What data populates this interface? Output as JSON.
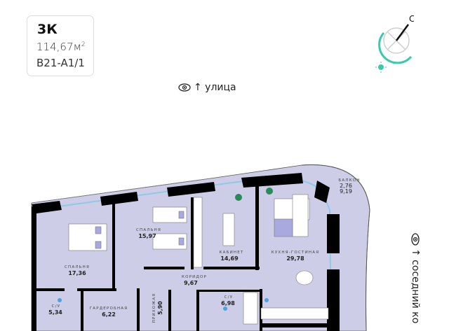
{
  "apartment": {
    "type": "3К",
    "area": "114,67м",
    "area_sup": "2",
    "code": "B21-A1/1"
  },
  "compass": {
    "north_label": "С",
    "accent": "#3cc9a8"
  },
  "views": {
    "top": "↑ улица",
    "right": "↑ соседний ко"
  },
  "rooms": {
    "bedroom1": {
      "label": "СПАЛЬНЯ",
      "area": "17,36"
    },
    "bedroom2": {
      "label": "СПАЛЬНЯ",
      "area": "15,97"
    },
    "study": {
      "label": "КАБИНЕТ",
      "area": "14,69"
    },
    "kitchen": {
      "label": "КУХНЯ-ГОСТИНАЯ",
      "area": "29,78"
    },
    "balcony": {
      "label": "БАЛКОН",
      "area": "2,76",
      "area2": "9,19"
    },
    "corridor": {
      "label": "КОРИДОР",
      "area": "9,67"
    },
    "wardrobe": {
      "label": "ГАРДЕРОБНАЯ",
      "area": "6,22"
    },
    "hall": {
      "label": "ПРИХОЖАЯ",
      "area": "5,90"
    },
    "bath1": {
      "label": "С/У",
      "area": "5,34"
    },
    "bath2": {
      "label": "С/У",
      "area": "6,98"
    }
  },
  "colors": {
    "floor": "#c9c9e6",
    "wall": "#000000",
    "window": "#8ecae6"
  }
}
